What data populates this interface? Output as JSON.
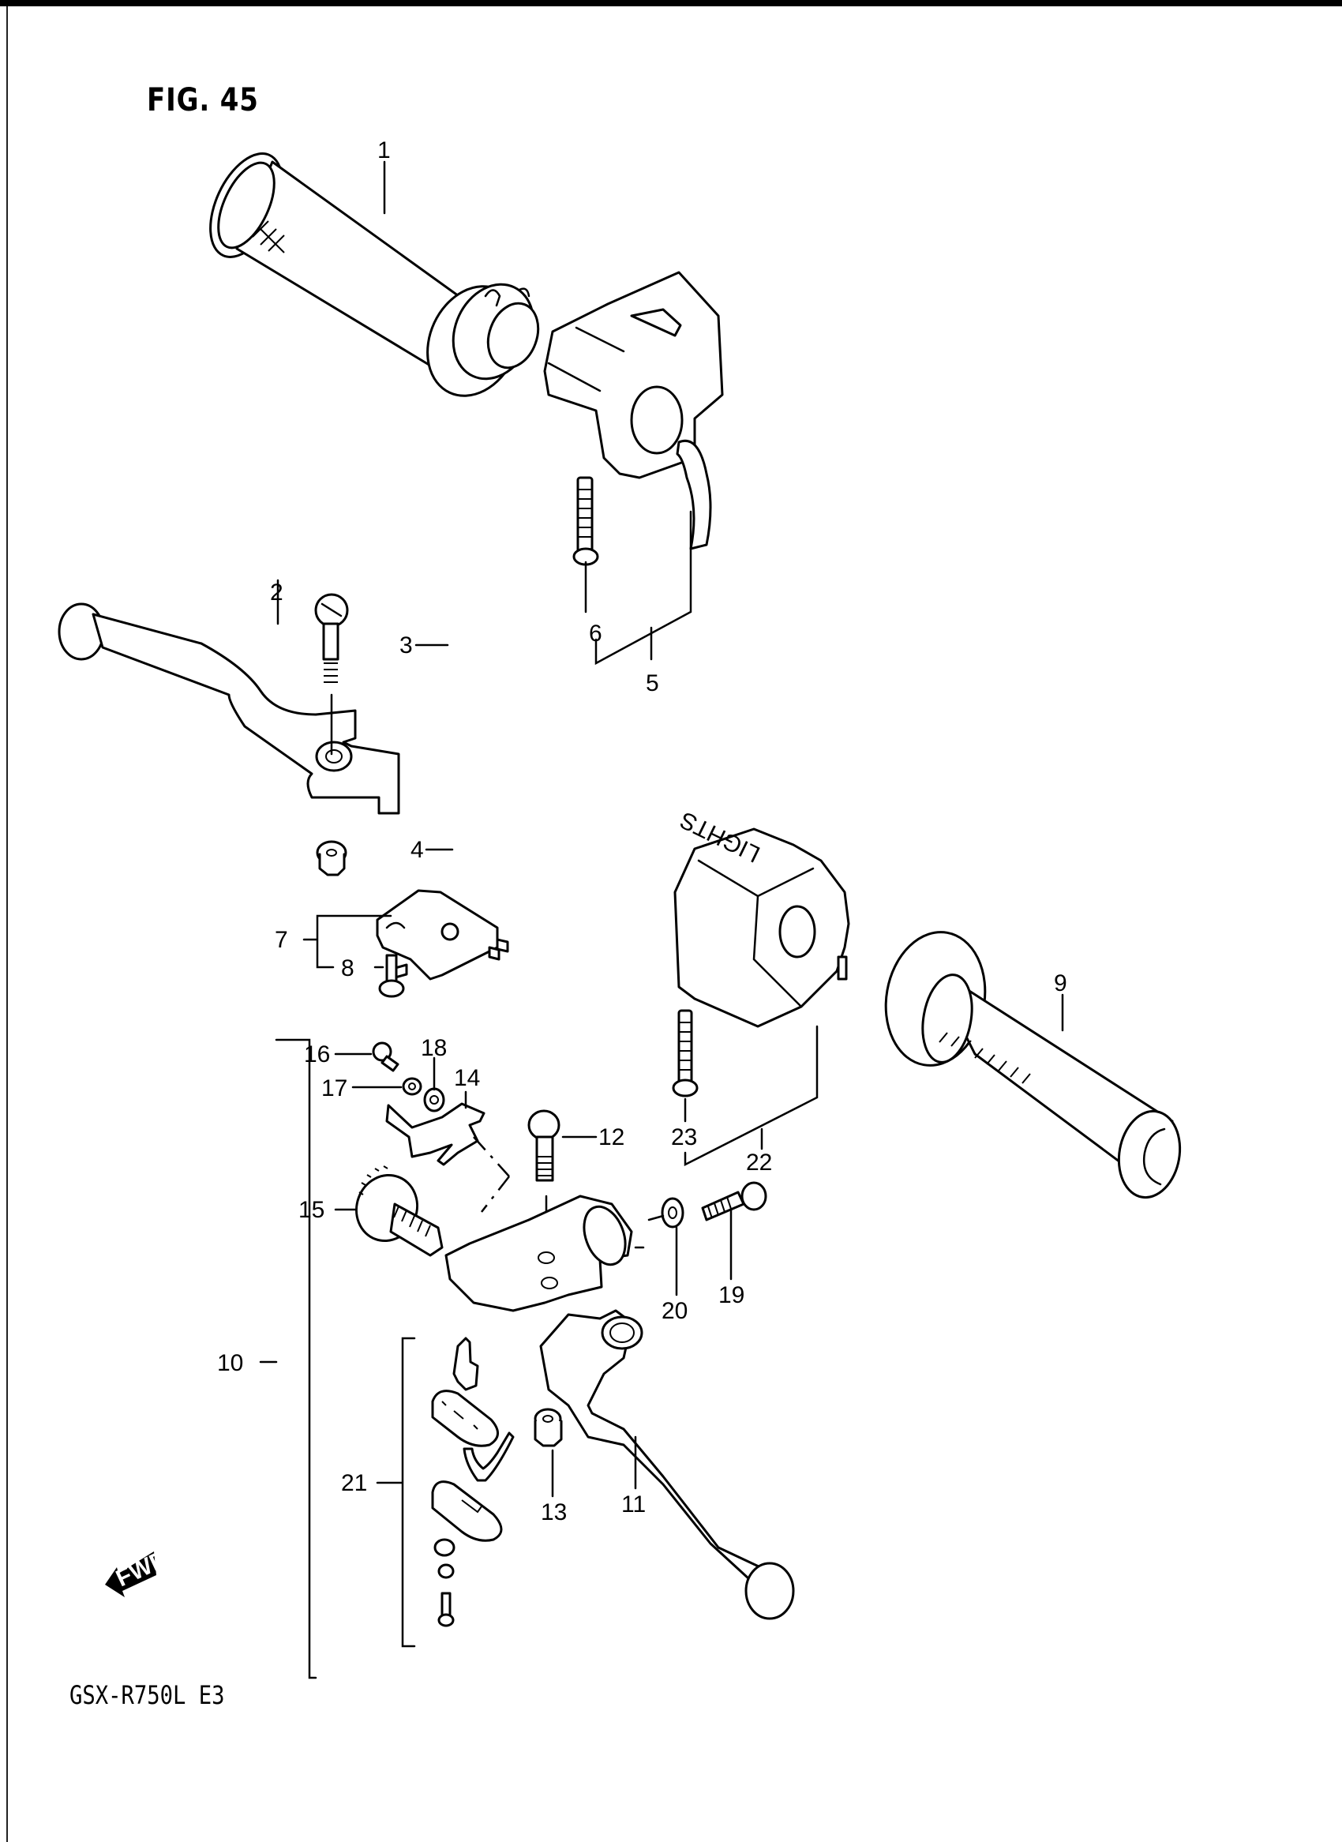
{
  "figure": {
    "title": "FIG. 45",
    "model": "GSX-R750L  E3",
    "direction_badge": "FWD",
    "switch_label": "LIGHTS"
  },
  "parts": [
    {
      "ref": "1",
      "name": "throttle-grip"
    },
    {
      "ref": "2",
      "name": "brake-lever"
    },
    {
      "ref": "3",
      "name": "lever-pivot-bolt"
    },
    {
      "ref": "4",
      "name": "lever-nut"
    },
    {
      "ref": "5",
      "name": "right-handlebar-switch-assy"
    },
    {
      "ref": "6",
      "name": "switch-screw-right"
    },
    {
      "ref": "7",
      "name": "brake-light-switch-assy"
    },
    {
      "ref": "8",
      "name": "switch-screw"
    },
    {
      "ref": "9",
      "name": "left-handlebar-grip"
    },
    {
      "ref": "10",
      "name": "clutch-lever-holder-assy"
    },
    {
      "ref": "11",
      "name": "clutch-lever"
    },
    {
      "ref": "12",
      "name": "clutch-lever-pivot-bolt"
    },
    {
      "ref": "13",
      "name": "clutch-lever-nut"
    },
    {
      "ref": "14",
      "name": "cable-guide-plate"
    },
    {
      "ref": "15",
      "name": "cable-adjuster"
    },
    {
      "ref": "16",
      "name": "plate-screw"
    },
    {
      "ref": "17",
      "name": "lock-washer"
    },
    {
      "ref": "18",
      "name": "washer"
    },
    {
      "ref": "19",
      "name": "holder-clamp-bolt"
    },
    {
      "ref": "20",
      "name": "clamp-washer"
    },
    {
      "ref": "21",
      "name": "clutch-switch-assy"
    },
    {
      "ref": "22",
      "name": "left-handlebar-switch-assy"
    },
    {
      "ref": "23",
      "name": "switch-screw-left"
    }
  ]
}
